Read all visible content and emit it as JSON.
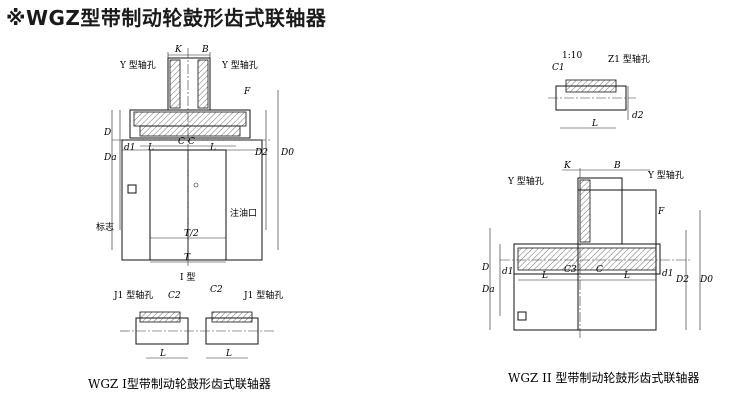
{
  "title": "※WGZ型带制动轮鼓形齿式联轴器",
  "fig1": {
    "caption": "WGZ I型带制动轮鼓形齿式联轴器",
    "sub_caption": "I 型",
    "labels": {
      "K": "K",
      "B": "B",
      "Y_left": "Y 型轴孔",
      "Y_right": "Y 型轴孔",
      "F": "F",
      "D": "D",
      "Da": "Da",
      "d1": "d1",
      "D2": "D2",
      "D0": "D0",
      "L_left": "L",
      "C_left": "C",
      "C_right": "C",
      "L_right": "L",
      "biaozhi": "标志",
      "zhuyoukou": "注油口",
      "T_half": "T/2",
      "T": "T"
    }
  },
  "fig_j1": {
    "labels": {
      "J1_left": "J1 型轴孔",
      "C2_left": "C2",
      "C2_right": "C2",
      "J1_right": "J1 型轴孔",
      "L_left": "L",
      "L_right": "L"
    }
  },
  "fig_z1": {
    "labels": {
      "ratio": "1:10",
      "C1": "C1",
      "Z1": "Z1 型轴孔",
      "d2": "d2",
      "L": "L"
    }
  },
  "fig2": {
    "caption": "WGZ II  型带制动轮鼓形齿式联轴器",
    "labels": {
      "K": "K",
      "B": "B",
      "Y_left": "Y 型轴孔",
      "Y_right": "Y 型轴孔",
      "F": "F",
      "D": "D",
      "Da": "Da",
      "d1": "d1",
      "L_left": "L",
      "C3": "C3",
      "C": "C",
      "L_right": "L",
      "d1_right": "d1",
      "D2": "D2",
      "D0": "D0"
    }
  }
}
